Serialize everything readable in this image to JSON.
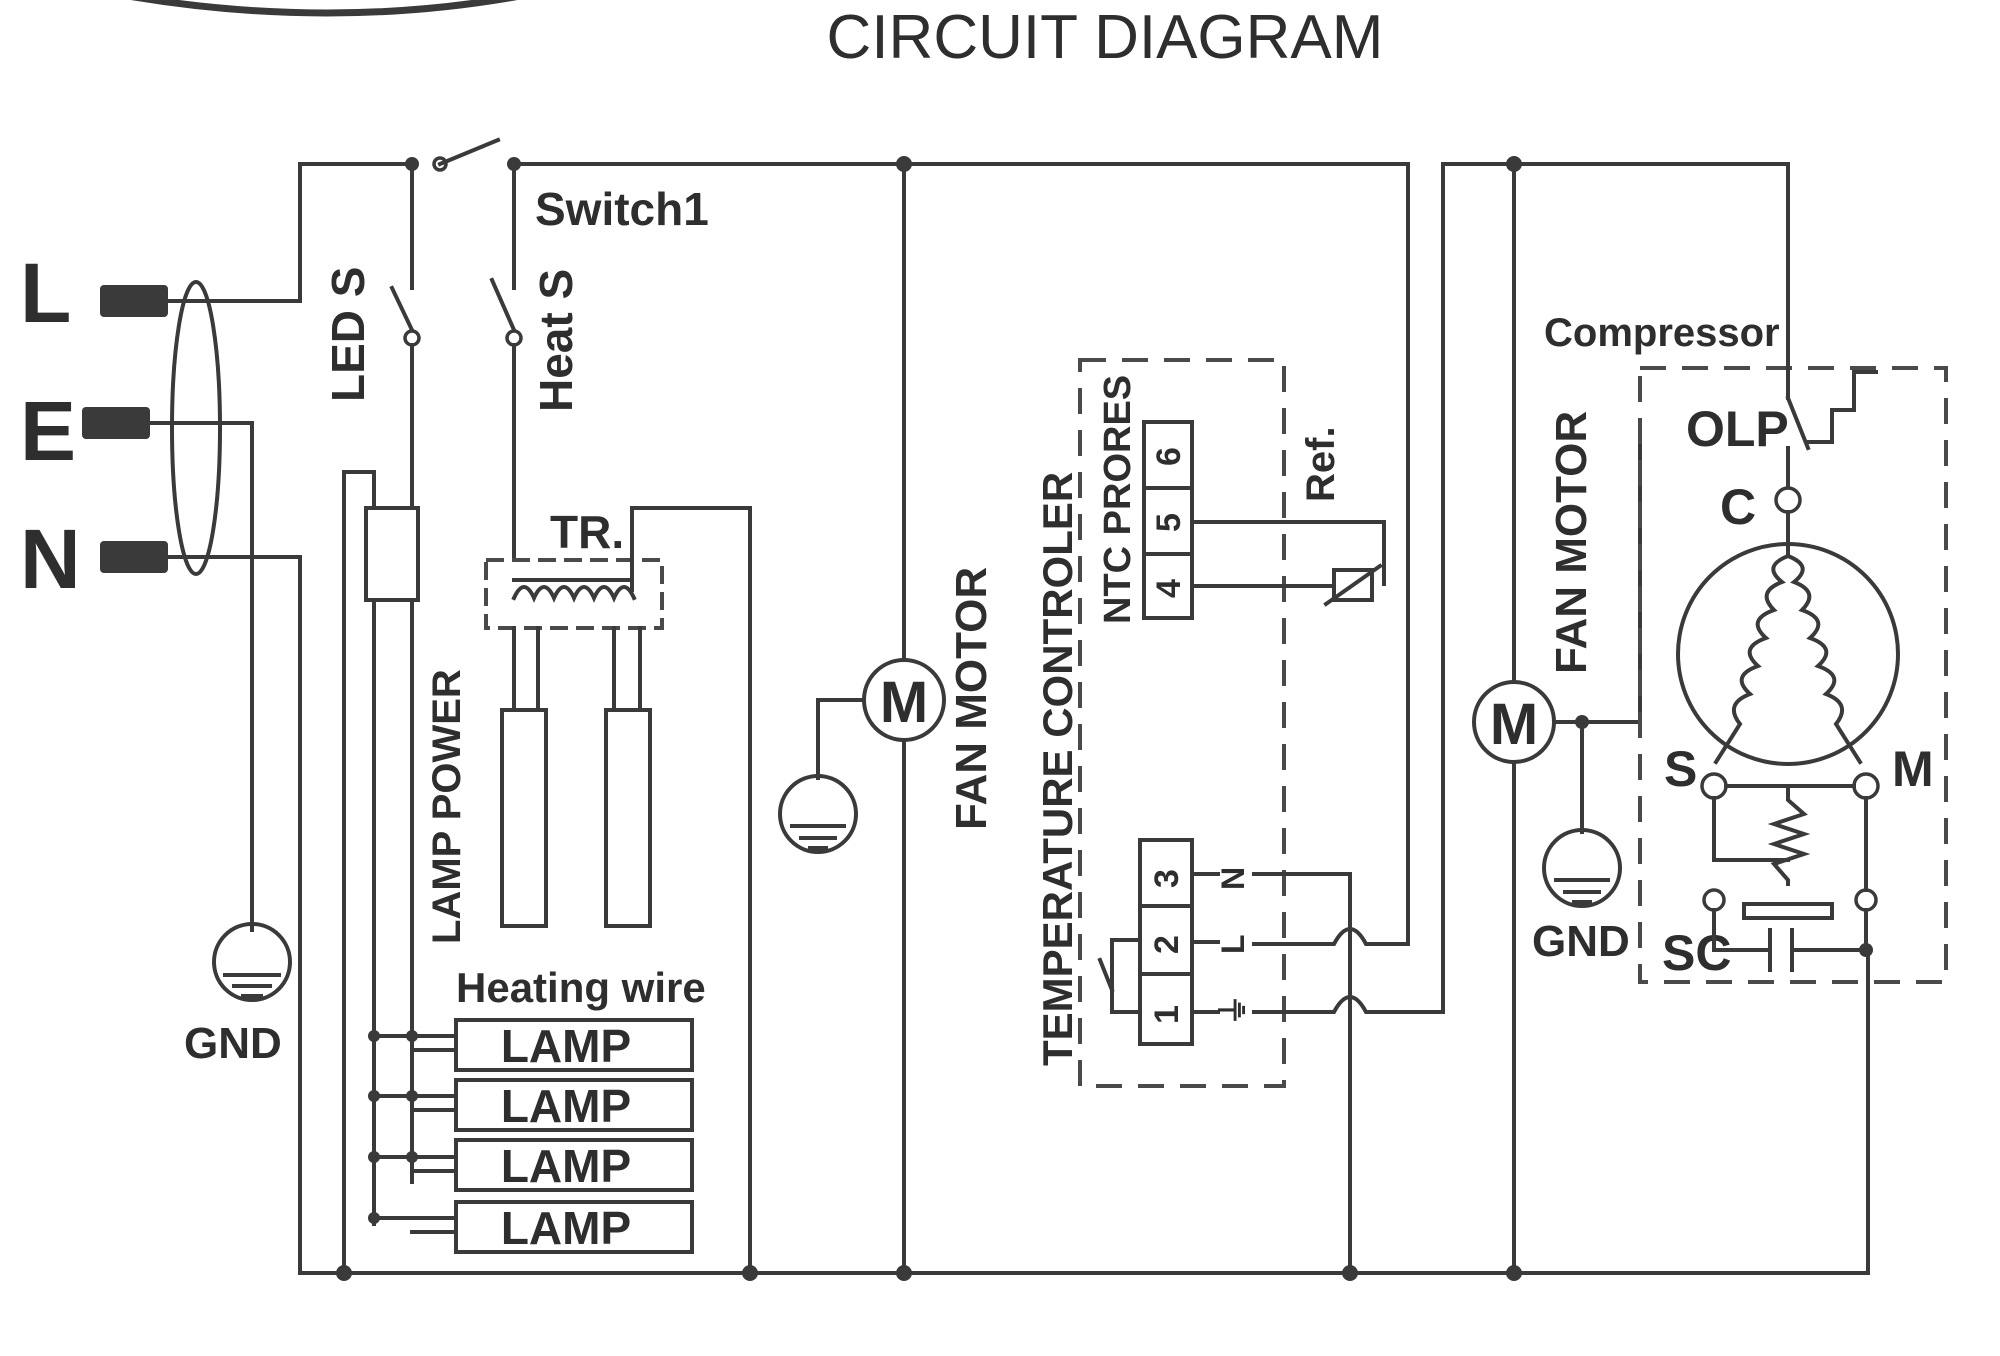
{
  "title": "CIRCUIT DIAGRAM",
  "power": {
    "line": "L",
    "earth": "E",
    "neutral": "N",
    "ground_left": "GND"
  },
  "switches": {
    "main": "Switch1",
    "led": "LED S",
    "heat": "Heat S"
  },
  "transformer": "TR.",
  "lamp_power": "LAMP POWER",
  "heating_wire": "Heating wire",
  "lamps": [
    "LAMP",
    "LAMP",
    "LAMP",
    "LAMP"
  ],
  "fan_motor_left": {
    "symbol": "M",
    "label": "FAN MOTOR"
  },
  "temperature_controller": {
    "label": "TEMPERATURE CONTROLER",
    "ntc_label": "NTC PRORES",
    "ref": "Ref.",
    "ntc_pins": [
      "4",
      "5",
      "6"
    ],
    "power_pins": [
      "3",
      "2",
      "1"
    ],
    "power_pin_names": [
      "N",
      "L",
      "⏚"
    ]
  },
  "fan_motor_right": {
    "symbol": "M",
    "label": "FAN MOTOR",
    "ground": "GND"
  },
  "compressor": {
    "label": "Compressor",
    "olp": "OLP",
    "c": "C",
    "s": "S",
    "m": "M",
    "sc": "SC"
  }
}
